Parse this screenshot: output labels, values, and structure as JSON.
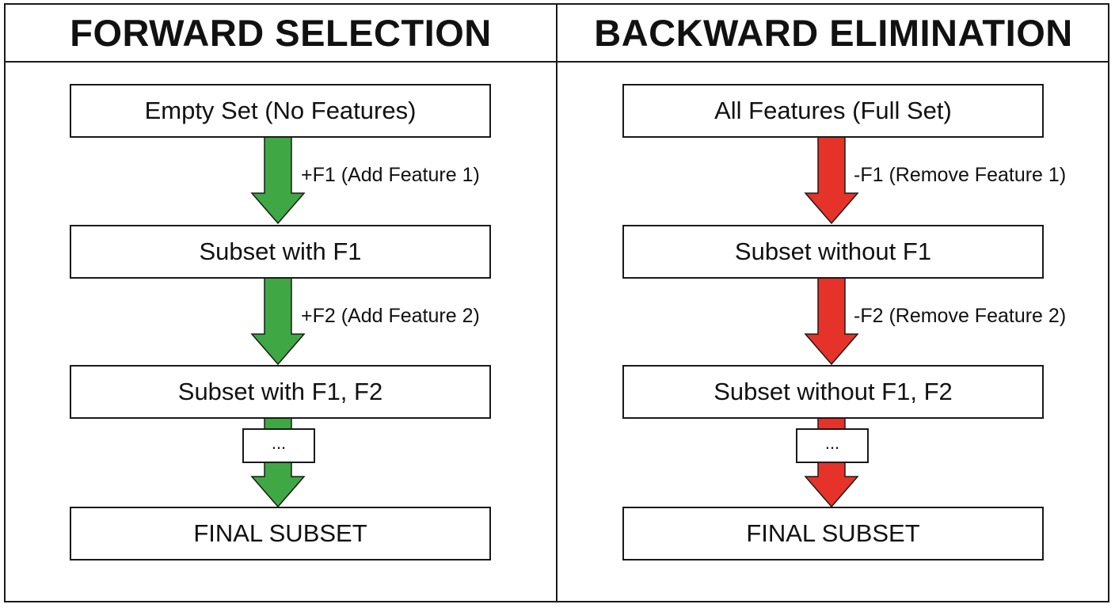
{
  "colors": {
    "add_arrow": "#3fa845",
    "remove_arrow": "#e6332a",
    "border": "#1a1a1a"
  },
  "forward": {
    "title": "FORWARD SELECTION",
    "steps": [
      "Empty Set (No Features)",
      "Subset with F1",
      "Subset with F1, F2",
      "...",
      "FINAL SUBSET"
    ],
    "arrow_labels": [
      "+F1 (Add Feature 1)",
      "+F2 (Add Feature 2)"
    ]
  },
  "backward": {
    "title": "BACKWARD ELIMINATION",
    "steps": [
      "All Features (Full Set)",
      "Subset without F1",
      "Subset without F1, F2",
      "...",
      "FINAL SUBSET"
    ],
    "arrow_labels": [
      "-F1 (Remove Feature 1)",
      "-F2 (Remove Feature 2)"
    ]
  }
}
